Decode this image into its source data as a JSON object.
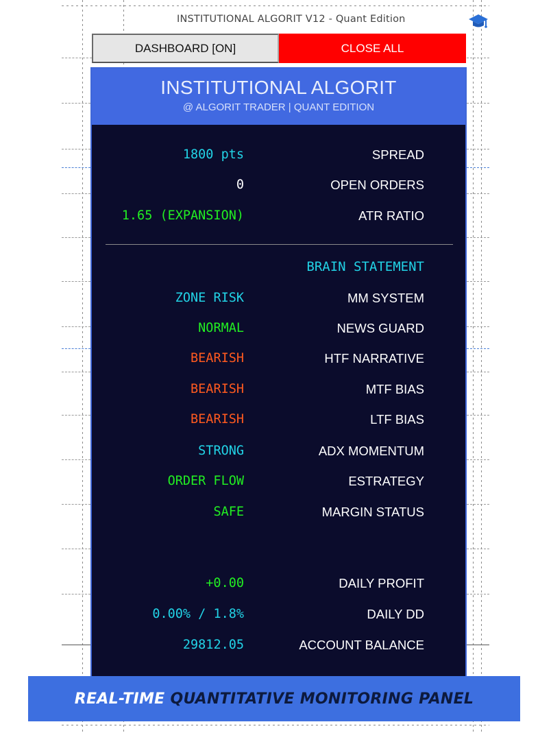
{
  "window": {
    "title": "INSTITUTIONAL ALGORIT V12 - Quant Edition",
    "icon": "graduation-cap-icon"
  },
  "toolbar": {
    "dashboard_label": "DASHBOARD [ON]",
    "close_all_label": "CLOSE ALL"
  },
  "panel": {
    "title": "INSTITUTIONAL ALGORIT",
    "subtitle": "@ ALGORIT TRADER | QUANT EDITION",
    "market": [
      {
        "label": "SPREAD",
        "value": "1800 pts",
        "color": "#22d3e6"
      },
      {
        "label": "OPEN ORDERS",
        "value": "0",
        "color": "#ffffff"
      },
      {
        "label": "ATR RATIO",
        "value": "1.65 (EXPANSION)",
        "color": "#22ee22"
      }
    ],
    "brain_heading": "BRAIN STATEMENT",
    "brain": [
      {
        "label": "MM SYSTEM",
        "value": "ZONE RISK",
        "color": "#22d3e6"
      },
      {
        "label": "NEWS GUARD",
        "value": "NORMAL",
        "color": "#22ee22"
      },
      {
        "label": "HTF NARRATIVE",
        "value": "BEARISH",
        "color": "#ff5a1f"
      },
      {
        "label": "MTF BIAS",
        "value": "BEARISH",
        "color": "#ff5a1f"
      },
      {
        "label": "LTF BIAS",
        "value": "BEARISH",
        "color": "#ff5a1f"
      },
      {
        "label": "ADX MOMENTUM",
        "value": "STRONG",
        "color": "#22d3e6"
      },
      {
        "label": "ESTRATEGY",
        "value": "ORDER FLOW",
        "color": "#22ee22"
      },
      {
        "label": "MARGIN STATUS",
        "value": "SAFE",
        "color": "#22ee22"
      }
    ],
    "account": [
      {
        "label": "DAILY PROFIT",
        "value": "+0.00",
        "color": "#22ee22"
      },
      {
        "label": "DAILY DD",
        "value": "0.00% / 1.8%",
        "color": "#22d3e6"
      },
      {
        "label": "ACCOUNT BALANCE",
        "value": "29812.05",
        "color": "#22d3e6"
      }
    ]
  },
  "banner": {
    "part1": "REAL-TIME",
    "part2": "QUANTITATIVE MONITORING PANEL"
  },
  "colors": {
    "panel_bg": "#0b0c2c",
    "header_bg": "#4169e1",
    "close_button": "#ff0000",
    "heading_cyan": "#22d3e6",
    "banner_bg": "#3d6fe0"
  }
}
